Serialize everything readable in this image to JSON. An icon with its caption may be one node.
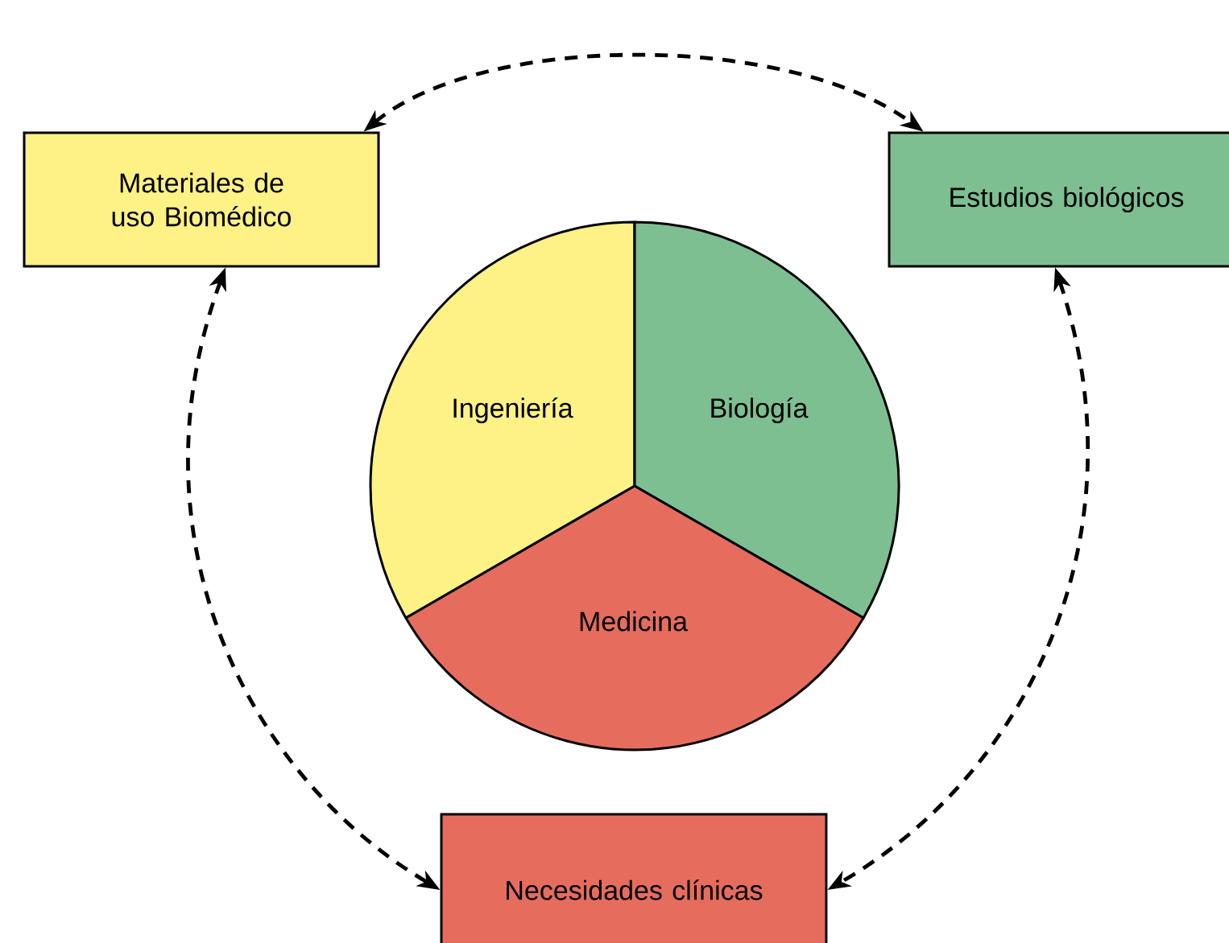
{
  "diagram": {
    "nodes": [
      {
        "text": [
          "Materiales de uso Biomédico"
        ]
      },
      {
        "text": [
          "Estudios biológicos"
        ]
      },
      {
        "text": [
          "Ingeniería"
        ]
      },
      {
        "text": [
          "Biología"
        ]
      },
      {
        "text": [
          "Medicina"
        ]
      },
      {
        "text": [
          "Necesidades clínicas"
        ]
      }
    ],
    "edges": [
      {
        "from": 0,
        "to": 1,
        "arrow": "both",
        "style": "dashed"
      },
      {
        "from": 0,
        "to": 5,
        "arrow": "both",
        "style": "dashed"
      },
      {
        "from": 1,
        "to": 5,
        "arrow": "both",
        "style": "dashed"
      }
    ]
  }
}
